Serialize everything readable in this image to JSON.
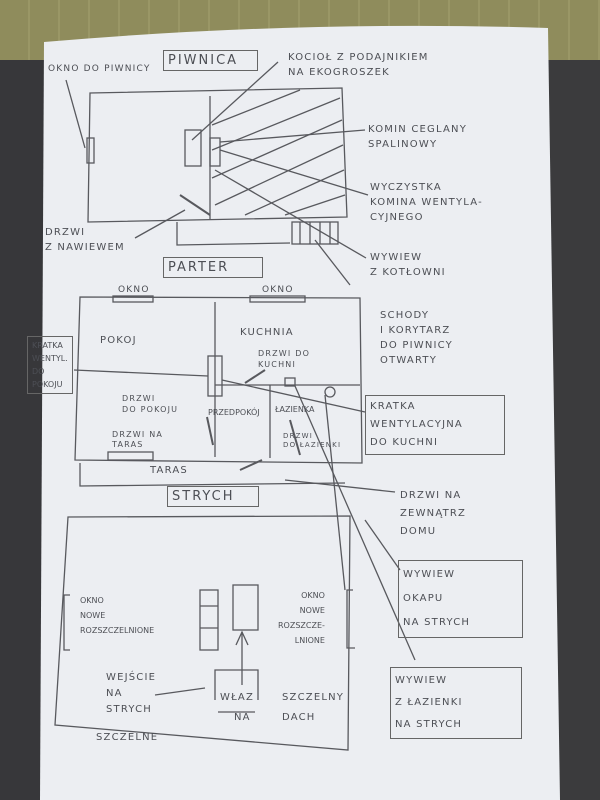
{
  "sections": {
    "basement": "PIWNICA",
    "ground_floor": "PARTER",
    "attic": "STRYCH"
  },
  "basement_labels": {
    "basement_window": "OKNO DO PIWNICY",
    "boiler": "KOCIOŁ Z PODAJNIKIEM\nNA EKOGROSZEK",
    "brick_chimney": "KOMIN CEGLANY\nSPALINOWY",
    "chimney_cleanout": "WYCZYSTKA\nKOMINA WENTYLA-\nCYJNEGO",
    "door_with_vent": "DRZWI\nZ NAWIEWEM",
    "boiler_room_exhaust": "WYWIEW\nZ KOTŁOWNI",
    "stairs": "SCHODY\nI KORYTARZ\nDO PIWNICY\nOTWARTY"
  },
  "ground_labels": {
    "window_left": "OKNO",
    "window_right": "OKNO",
    "room": "POKOJ",
    "kitchen": "KUCHNIA",
    "room_vent_grille": "KRATKA\nWENTYL.\nDO\nPOKOJU",
    "kitchen_door": "DRZWI DO\nKUCHNI",
    "room_door": "DRZWI\nDO POKOJU",
    "hallway": "PRZEDPOKÓJ",
    "bathroom": "ŁAZIENKA",
    "kitchen_vent_grille": "KRATKA\nWENTYLACYJNA\nDO KUCHNI",
    "terrace_door": "DRZWI NA\nTARAS",
    "bathroom_door": "DRZWI\nDO ŁAZIENKI",
    "terrace": "TARAS",
    "outside_door": "DRZWI NA\nZEWNĄTRZ\nDOMU"
  },
  "attic_labels": {
    "hood_exhaust": "WYWIEW\nOKAPU\nNA STRYCH",
    "window_left": "OKNO\nNOWE\nROZSZCZELNIONE",
    "window_right": "OKNO\nNOWE\nROZSZCZE-\nLNIONE",
    "attic_entrance": "WEJŚCIE\nNA\nSTRYCH",
    "hatch": "WŁAZ",
    "hatch_on": "NA",
    "sealed_roof": "SZCZELNY\nDACH",
    "sealed": "SZCZELNE",
    "bathroom_exhaust": "WYWIEW\nZ ŁAZIENKI\nNA STRYCH"
  }
}
